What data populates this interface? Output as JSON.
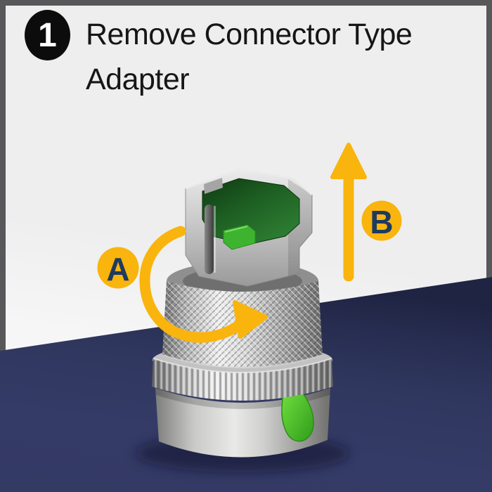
{
  "step": {
    "number": "1",
    "title_lines": [
      "Remove Connector Type",
      "Adapter"
    ]
  },
  "labels": {
    "a": "A",
    "b": "B"
  },
  "icons": {
    "arrow_a": "curved-rotation-arrow",
    "arrow_b": "upward-lift-arrow"
  },
  "illustration": {
    "subject": "fiber-optic-connector-type-adapter"
  },
  "colors": {
    "background_top": "#F1F1F2",
    "background_bottom_navy": "#333A64",
    "frame_border": "#58585A",
    "accent_yellow": "#F9B40D",
    "label_text_navy": "#1E3A5F",
    "step_badge_black": "#0C0C0C",
    "connector_green": "#3EB32F"
  }
}
